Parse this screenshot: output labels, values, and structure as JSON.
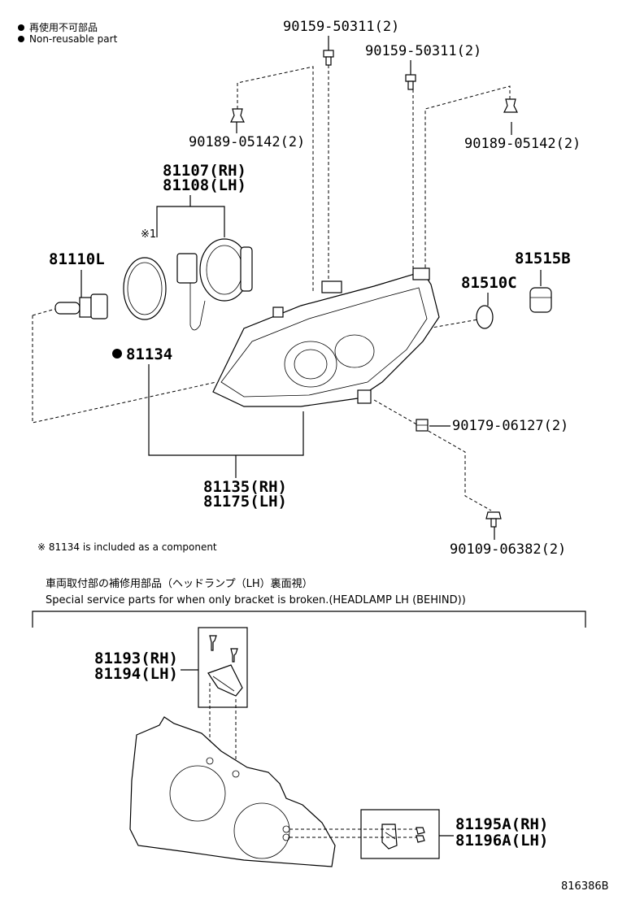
{
  "legend": {
    "non_reusable_ja": "再使用不可部品",
    "non_reusable_en": "Non-reusable part"
  },
  "parts": {
    "p90159_a": "90159-50311(2)",
    "p90159_b": "90159-50311(2)",
    "p90189_a": "90189-05142(2)",
    "p90189_b": "90189-05142(2)",
    "p81107": "81107(RH)",
    "p81108": "81108(LH)",
    "note_mark": "※1",
    "p81110L": "81110L",
    "p81134": "81134",
    "p81515B": "81515B",
    "p81510C": "81510C",
    "p90179": "90179-06127(2)",
    "p81135": "81135(RH)",
    "p81175": "81175(LH)",
    "p90109": "90109-06382(2)",
    "p81193": "81193(RH)",
    "p81194": "81194(LH)",
    "p81195A": "81195A(RH)",
    "p81196A": "81196A(LH)"
  },
  "notes": {
    "component_note": "※ 81134 is included as a component",
    "special_ja": "車両取付部の補修用部品（ヘッドランプ（LH）裏面視）",
    "special_en": "Special service parts for when only bracket is broken.(HEADLAMP LH (BEHIND))"
  },
  "diagram_code": "816386B"
}
